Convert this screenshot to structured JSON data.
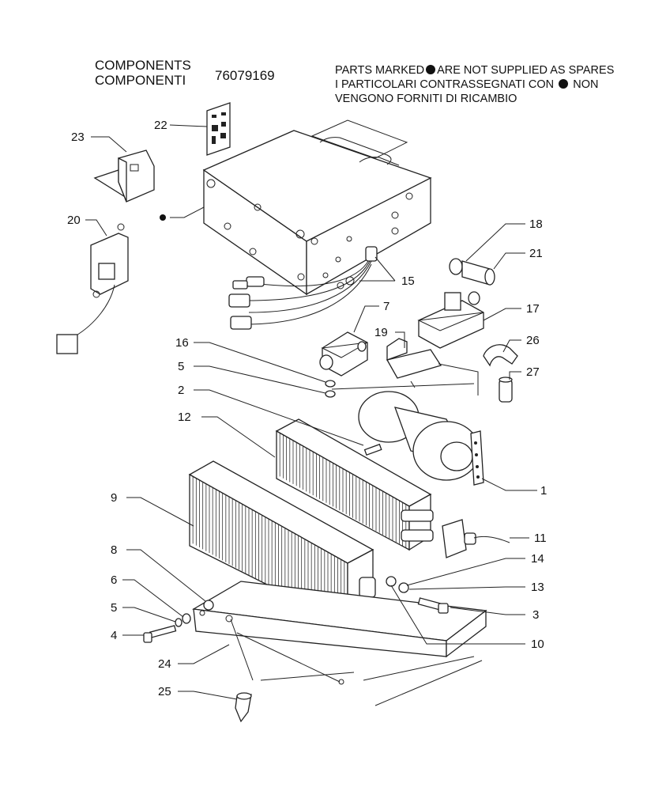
{
  "header": {
    "title_en": "COMPONENTS",
    "title_it": "COMPONENTI",
    "part_number": "76079169",
    "notice_line1_a": "PARTS MARKED",
    "notice_line1_b": "ARE NOT SUPPLIED AS SPARES",
    "notice_line2_a": "I  PARTICOLARI  CONTRASSEGNATI  CON",
    "notice_line2_b": "NON",
    "notice_line3": "VENGONO FORNITI DI RICAMBIO"
  },
  "callouts": {
    "c1": "1",
    "c2": "2",
    "c3": "3",
    "c4": "4",
    "c5a": "5",
    "c5b": "5",
    "c6": "6",
    "c7": "7",
    "c8": "8",
    "c9": "9",
    "c10": "10",
    "c11": "11",
    "c12": "12",
    "c13": "13",
    "c14": "14",
    "c15": "15",
    "c16": "16",
    "c17": "17",
    "c18": "18",
    "c19": "19",
    "c20": "20",
    "c21": "21",
    "c22": "22",
    "c23": "23",
    "c24": "24",
    "c25": "25",
    "c26": "26",
    "c27": "27"
  }
}
